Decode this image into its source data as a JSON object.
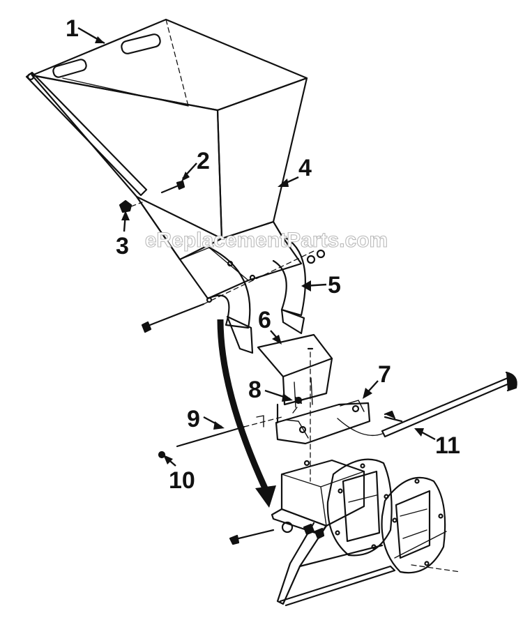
{
  "watermark": "eReplacementParts.com",
  "callouts": [
    {
      "id": "1",
      "text": "1"
    },
    {
      "id": "2",
      "text": "2"
    },
    {
      "id": "3",
      "text": "3"
    },
    {
      "id": "4",
      "text": "4"
    },
    {
      "id": "5",
      "text": "5"
    },
    {
      "id": "6",
      "text": "6"
    },
    {
      "id": "7",
      "text": "7"
    },
    {
      "id": "8",
      "text": "8"
    },
    {
      "id": "9",
      "text": "9"
    },
    {
      "id": "10",
      "text": "10"
    },
    {
      "id": "11",
      "text": "11"
    }
  ],
  "colors": {
    "ink": "#111111",
    "paper": "#ffffff",
    "watermark_outline": "#b9b9b9"
  }
}
